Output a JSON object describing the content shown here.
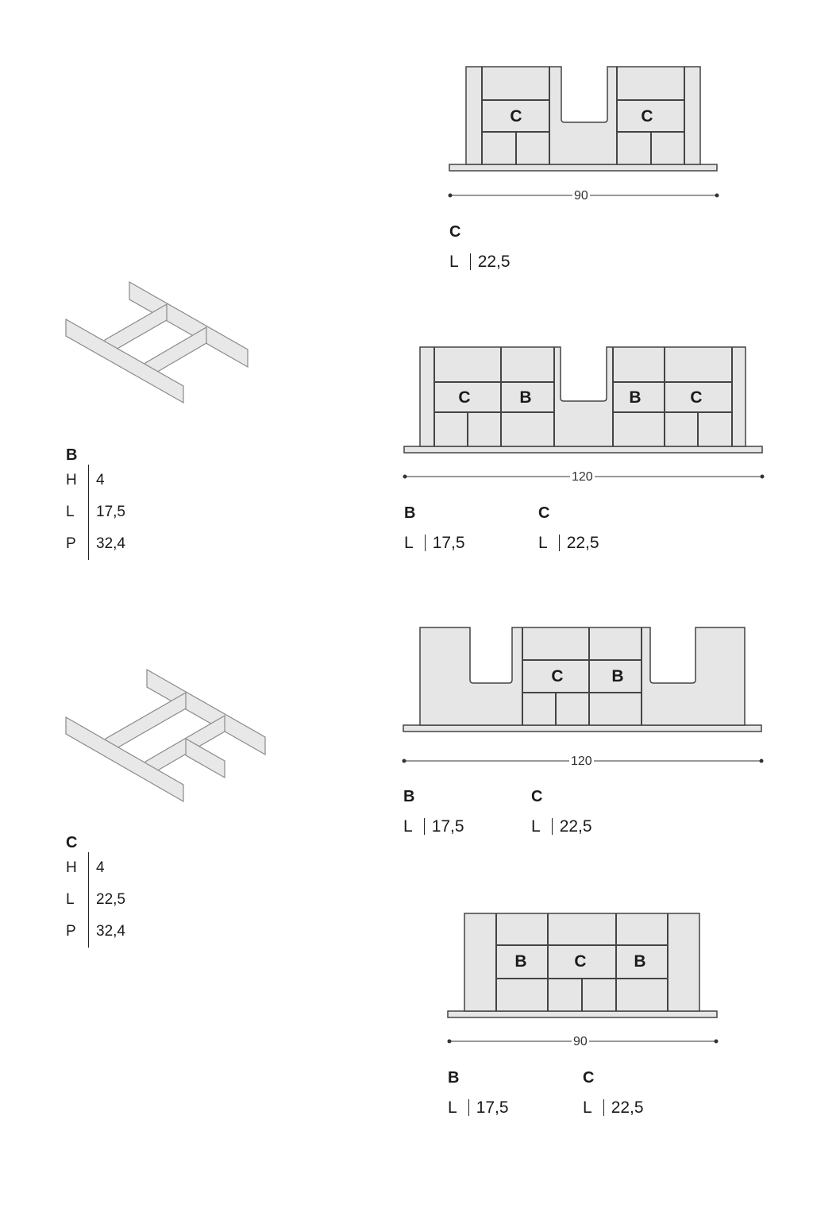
{
  "components": [
    {
      "name": "B",
      "specs": [
        {
          "k": "H",
          "v": "4"
        },
        {
          "k": "L",
          "v": "17,5"
        },
        {
          "k": "P",
          "v": "32,4"
        }
      ]
    },
    {
      "name": "C",
      "specs": [
        {
          "k": "H",
          "v": "4"
        },
        {
          "k": "L",
          "v": "22,5"
        },
        {
          "k": "P",
          "v": "32,4"
        }
      ]
    }
  ],
  "layouts": [
    {
      "width": "90",
      "cells": [
        "C",
        "C"
      ],
      "legend": [
        {
          "name": "C",
          "k": "L",
          "v": "22,5"
        }
      ]
    },
    {
      "width": "120",
      "cells": [
        "C",
        "B",
        "B",
        "C"
      ],
      "legend": [
        {
          "name": "B",
          "k": "L",
          "v": "17,5"
        },
        {
          "name": "C",
          "k": "L",
          "v": "22,5"
        }
      ]
    },
    {
      "width": "120",
      "cells": [
        "C",
        "B"
      ],
      "legend": [
        {
          "name": "B",
          "k": "L",
          "v": "17,5"
        },
        {
          "name": "C",
          "k": "L",
          "v": "22,5"
        }
      ]
    },
    {
      "width": "90",
      "cells": [
        "B",
        "C",
        "B"
      ],
      "legend": [
        {
          "name": "B",
          "k": "L",
          "v": "17,5"
        },
        {
          "name": "C",
          "k": "L",
          "v": "22,5"
        }
      ]
    }
  ],
  "colors": {
    "fill": "#e6e6e6",
    "stroke": "#444444"
  }
}
